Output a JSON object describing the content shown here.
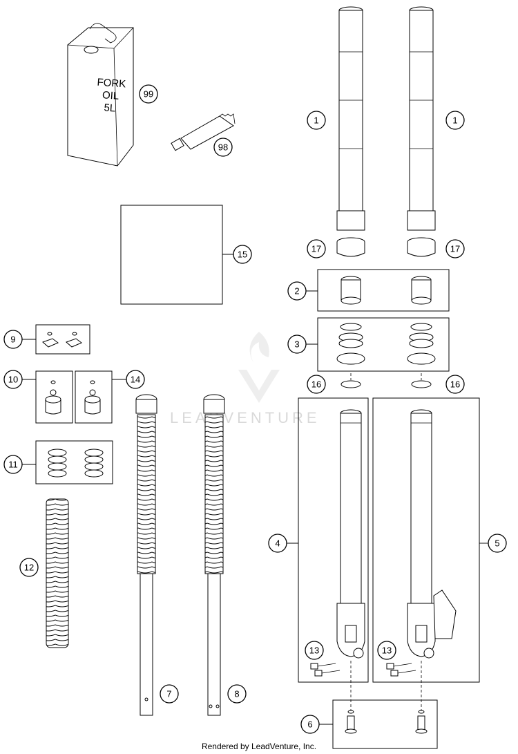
{
  "can_label": [
    "FORK",
    "OIL",
    "5L"
  ],
  "callouts": {
    "c1a": "1",
    "c1b": "1",
    "c2": "2",
    "c3": "3",
    "c4": "4",
    "c5": "5",
    "c6": "6",
    "c7": "7",
    "c8": "8",
    "c9": "9",
    "c10": "10",
    "c11": "11",
    "c12": "12",
    "c13a": "13",
    "c13b": "13",
    "c14": "14",
    "c15": "15",
    "c16a": "16",
    "c16b": "16",
    "c17a": "17",
    "c17b": "17",
    "c98": "98",
    "c99": "99"
  },
  "watermark": "LEADVENTURE",
  "footer": "Rendered by LeadVenture, Inc."
}
